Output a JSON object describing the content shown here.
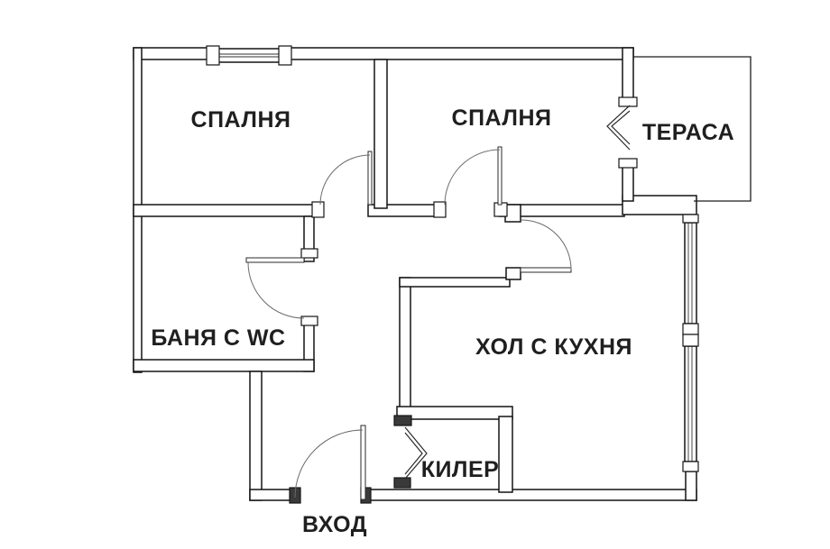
{
  "drawing_type": "apartment floor plan",
  "language": "Bulgarian",
  "rooms": [
    {
      "id": "bedroom-1",
      "label": "СПАЛНЯ"
    },
    {
      "id": "bedroom-2",
      "label": "СПАЛНЯ"
    },
    {
      "id": "terrace",
      "label": "ТЕРАСА"
    },
    {
      "id": "bathroom-wc",
      "label": "БАНЯ С WC"
    },
    {
      "id": "living-room-kitchen",
      "label": "ХОЛ С КУХНЯ"
    },
    {
      "id": "pantry",
      "label": "КИЛЕР"
    },
    {
      "id": "entrance",
      "label": "ВХОД"
    }
  ],
  "features": {
    "windows": [
      "top wall window above bedroom-1",
      "right wall double window of living room"
    ],
    "doors": [
      "bedroom-1 swing door",
      "bedroom-2 swing door",
      "bathroom swing door",
      "living room swing door",
      "entrance swing door",
      "terrace folding door",
      "pantry folding door"
    ]
  },
  "colors": {
    "background": "#ffffff",
    "walls": "#141414",
    "text": "#1f1f1f",
    "door_arc": "#6b6b6b"
  }
}
